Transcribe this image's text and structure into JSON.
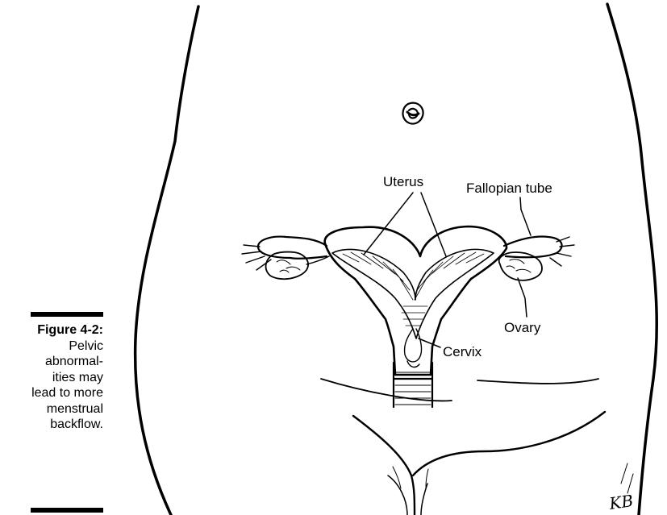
{
  "caption": {
    "figure_number": "Figure 4-2:",
    "lines": [
      "Pelvic",
      "abnormal-",
      "ities may",
      "lead to more",
      "menstrual",
      "backflow."
    ]
  },
  "labels": {
    "uterus": "Uterus",
    "fallopian_tube": "Fallopian tube",
    "ovary": "Ovary",
    "cervix": "Cervix"
  },
  "artist_signature": "KB"
}
